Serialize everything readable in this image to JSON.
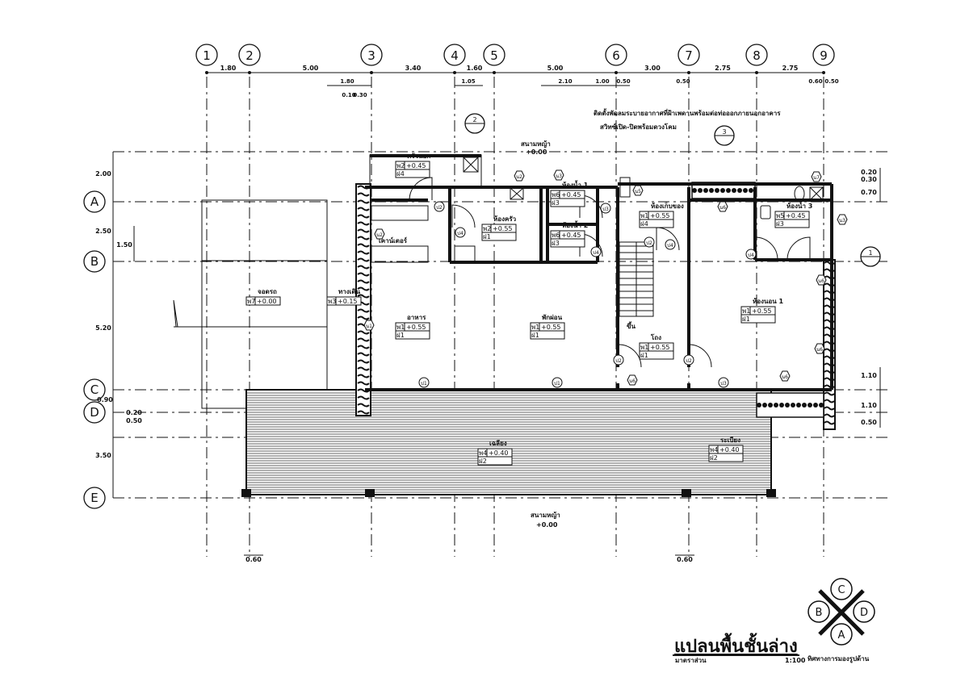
{
  "drawing": {
    "title": "แปลนพื้นชั้นล่าง",
    "scale_label": "มาตราส่วน",
    "scale": "1:100",
    "compass_caption": "ทิศทางการมองรูปด้าน",
    "compass_letters": [
      "C",
      "B",
      "D",
      "A"
    ],
    "note_line1": "ติดตั้งพัดลมระบายอากาศที่ฝ้าเพดานพร้อมต่อท่อออกภายนอกอาคาร",
    "note_line2": "สวิทซ์เปิด-ปิดพร้อมดวงโคม",
    "lawn_top": "สนามหญ้า",
    "lawn_top_level": "+0.00",
    "lawn_bottom": "สนามหญ้า",
    "lawn_bottom_level": "+0.00",
    "stair_up": "ขึ้น"
  },
  "grid_columns": [
    "1",
    "2",
    "3",
    "4",
    "5",
    "6",
    "7",
    "8",
    "9"
  ],
  "grid_rows": [
    "A",
    "B",
    "C",
    "D",
    "E"
  ],
  "top_dimensions": [
    "1.80",
    "5.00",
    "3.40",
    "1.60",
    "5.00",
    "3.00",
    "2.75",
    "2.75"
  ],
  "sub_dimensions": [
    "1.80",
    "0.10",
    "0.30",
    "1.05",
    "2.10",
    "1.00",
    "0.50",
    "0.50",
    "0.60",
    "0.50"
  ],
  "left_dimensions": [
    "2.00",
    "2.50",
    "1.50",
    "5.20",
    "0.90",
    "0.20",
    "0.50",
    "3.50"
  ],
  "right_dimensions": [
    "0.20",
    "0.30",
    "0.70",
    "1.10",
    "1.10",
    "0.50"
  ],
  "bottom_dimensions": [
    "0.60",
    "0.60"
  ],
  "section_markers": [
    "1",
    "2",
    "3"
  ],
  "rooms": [
    {
      "name": "ครัวนอก",
      "floor": "พ2",
      "level": "+0.45",
      "ceiling": "ฝ4"
    },
    {
      "name": "ห้องครัว",
      "floor": "พ2",
      "level": "+0.55",
      "ceiling": "ฝ1"
    },
    {
      "name": "ห้องน้ำ 1",
      "floor": "พ6",
      "level": "+0.45",
      "ceiling": "ฝ3"
    },
    {
      "name": "ห้องน้ำ 2",
      "floor": "พ6",
      "level": "+0.45",
      "ceiling": "ฝ3"
    },
    {
      "name": "ห้องเก็บของ",
      "floor": "พ1",
      "level": "+0.55",
      "ceiling": "ฝ4"
    },
    {
      "name": "ห้องน้ำ 3",
      "floor": "พ5",
      "level": "+0.45",
      "ceiling": "ฝ3"
    },
    {
      "name": "ห้องนอน 1",
      "floor": "พ1",
      "level": "+0.55",
      "ceiling": "ฝ1"
    },
    {
      "name": "อาหาร",
      "floor": "พ1",
      "level": "+0.55",
      "ceiling": "ฝ1"
    },
    {
      "name": "พักผ่อน",
      "floor": "พ1",
      "level": "+0.55",
      "ceiling": "ฝ1"
    },
    {
      "name": "โถง",
      "floor": "พ1",
      "level": "+0.55",
      "ceiling": "ฝ1"
    },
    {
      "name": "จอดรถ",
      "floor": "พ7",
      "level": "+0.00",
      "ceiling": ""
    },
    {
      "name": "ทางเดิน",
      "floor": "พ3",
      "level": "+0.15",
      "ceiling": ""
    },
    {
      "name": "เฉลียง",
      "floor": "พ4",
      "level": "+0.40",
      "ceiling": "ฝ2"
    },
    {
      "name": "ระเบียง",
      "floor": "พ4",
      "level": "+0.40",
      "ceiling": "ฝ2"
    }
  ],
  "counter_label": "เคาน์เตอร์",
  "door_tags": [
    "ป1",
    "ป1",
    "ป2",
    "ป2",
    "ป2",
    "ป2",
    "ป3",
    "ป3",
    "ป4",
    "ป4",
    "ป4",
    "ป4"
  ],
  "window_tags": [
    "น1",
    "น2",
    "น2",
    "น3",
    "น3",
    "น5",
    "น6",
    "น6",
    "น6",
    "น6",
    "น6",
    "น7"
  ]
}
